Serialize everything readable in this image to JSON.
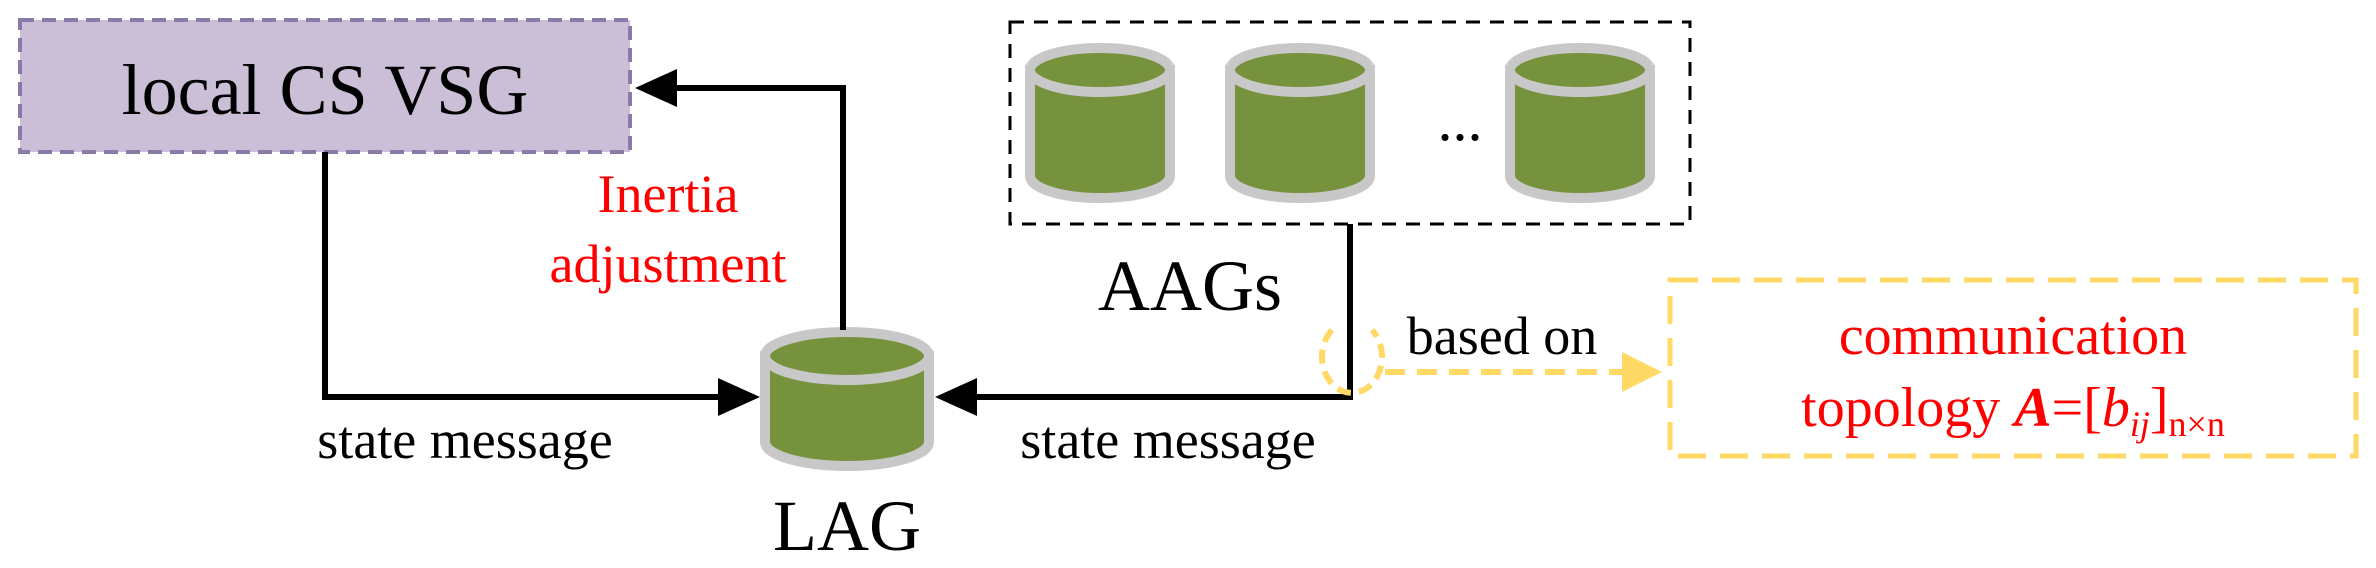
{
  "nodes": {
    "local_vsg": {
      "label": "local CS VSG"
    },
    "aags": {
      "label": "AAGs",
      "ellipsis": "..."
    },
    "lag": {
      "label": "LAG"
    },
    "comm_topology": {
      "line1": "communication",
      "line2_prefix": "topology ",
      "matrix_symbol": "A",
      "equals": "=[",
      "element": "b",
      "element_sub": "ij",
      "close": "]",
      "dimension": "n×n"
    }
  },
  "edges": {
    "vsg_to_lag": {
      "label": "state message"
    },
    "aags_to_lag": {
      "label": "state message"
    },
    "lag_to_vsg": {
      "label_line1": "Inertia",
      "label_line2": "adjustment"
    },
    "aags_to_topology": {
      "label": "based on"
    }
  },
  "colors": {
    "vsg_fill": "#cbbfd8",
    "vsg_border": "#8a7aa8",
    "cylinder_fill": "#76923c",
    "cylinder_border": "#c8c8c8",
    "accent_red": "#ff0000",
    "dashed_yellow": "#ffd966",
    "line": "#000000"
  }
}
